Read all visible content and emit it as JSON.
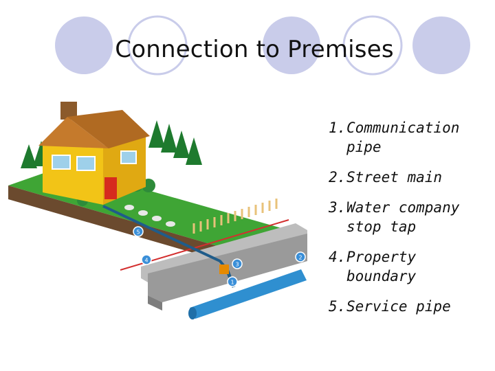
{
  "slide": {
    "title": "Connection to Premises"
  },
  "legend": [
    {
      "num": "1.",
      "text": "Communication pipe"
    },
    {
      "num": "2.",
      "text": "Street main"
    },
    {
      "num": "3.",
      "text": "Water company stop tap"
    },
    {
      "num": "4.",
      "text": "Property boundary"
    },
    {
      "num": "5.",
      "text": "Service pipe"
    }
  ],
  "markers": [
    "1",
    "2",
    "3",
    "4",
    "5"
  ],
  "colors": {
    "accent": "#C9CCEA",
    "grass": "#3FA535",
    "pipe": "#2F8FD0",
    "house": "#F2C417",
    "roof": "#C57A2C"
  }
}
